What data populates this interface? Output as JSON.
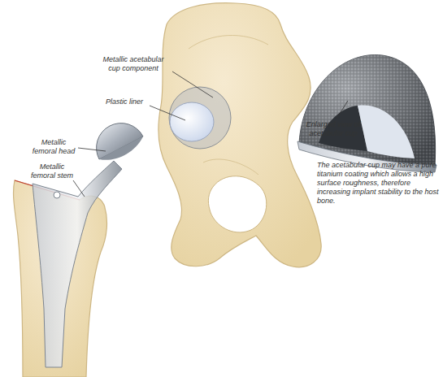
{
  "diagram": {
    "labels": [
      "Metallic acetabular cup component",
      "Plastic liner",
      "Metallic femoral head",
      "Metallic femoral stem",
      "Enlarged view of acetabular cup",
      "The acetabular cup may have a pure titanium coating which allows a high surface roughness, therefore increasing implant stability to the host bone."
    ]
  }
}
